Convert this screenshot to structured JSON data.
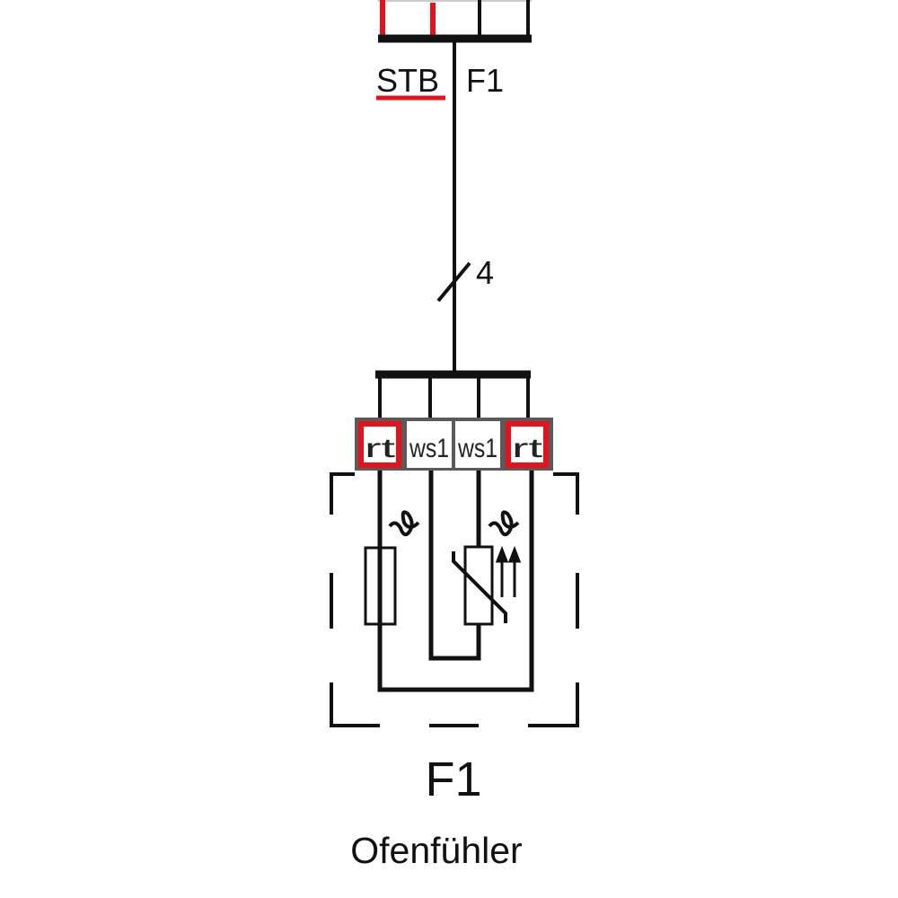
{
  "top_connector": {
    "label_left": "STB",
    "label_right": "F1"
  },
  "cable": {
    "conductor_count": "4"
  },
  "terminals": [
    {
      "label": "rt",
      "highlight": true
    },
    {
      "label": "ws1",
      "highlight": false
    },
    {
      "label": "ws1",
      "highlight": false
    },
    {
      "label": "rt",
      "highlight": true
    }
  ],
  "device": {
    "designation": "F1",
    "name": "Ofenfühler"
  },
  "colors": {
    "highlight": "#e8101a",
    "line": "#111111",
    "terminal_block": "#5a5a5a"
  }
}
